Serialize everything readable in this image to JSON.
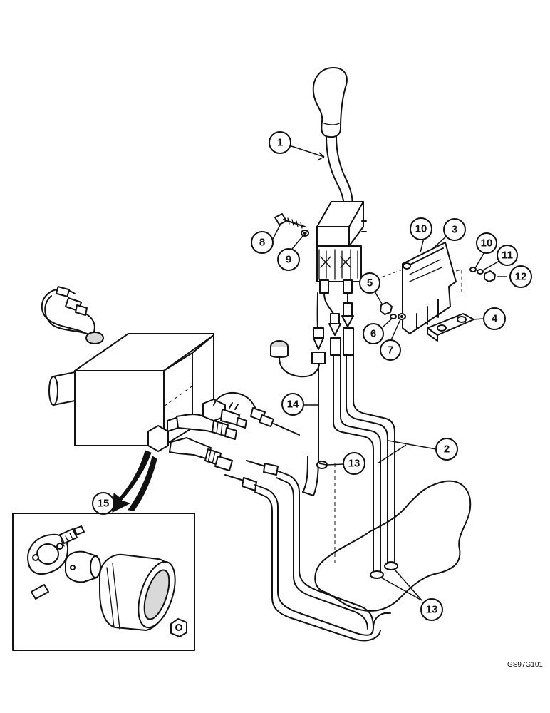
{
  "figure_code": "GS97G101",
  "callouts": [
    {
      "id": "c1",
      "label": "1"
    },
    {
      "id": "c2",
      "label": "2"
    },
    {
      "id": "c3",
      "label": "3"
    },
    {
      "id": "c4",
      "label": "4"
    },
    {
      "id": "c5",
      "label": "5"
    },
    {
      "id": "c6",
      "label": "6"
    },
    {
      "id": "c7",
      "label": "7"
    },
    {
      "id": "c8",
      "label": "8"
    },
    {
      "id": "c9",
      "label": "9"
    },
    {
      "id": "c10a",
      "label": "10"
    },
    {
      "id": "c10b",
      "label": "10"
    },
    {
      "id": "c11",
      "label": "11"
    },
    {
      "id": "c12",
      "label": "12"
    },
    {
      "id": "c13a",
      "label": "13"
    },
    {
      "id": "c13b",
      "label": "13"
    },
    {
      "id": "c14",
      "label": "14"
    },
    {
      "id": "c15",
      "label": "15"
    }
  ]
}
